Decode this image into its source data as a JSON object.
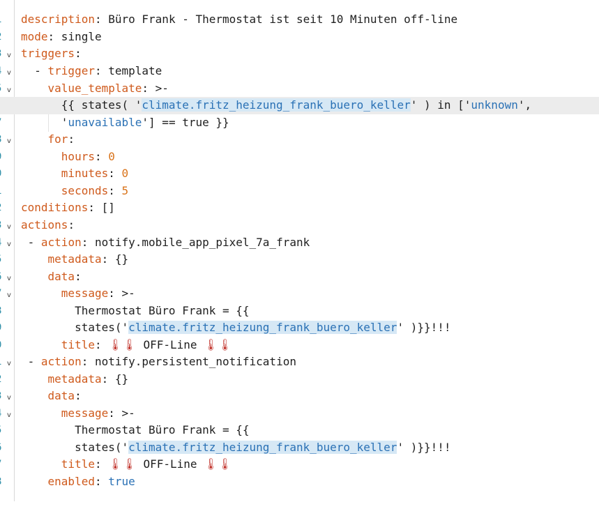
{
  "editor": {
    "active_line": 6,
    "lines": [
      {
        "n": "1",
        "fold": false
      },
      {
        "n": "2",
        "fold": false
      },
      {
        "n": "3",
        "fold": true
      },
      {
        "n": "4",
        "fold": true
      },
      {
        "n": "5",
        "fold": true
      },
      {
        "n": "6",
        "fold": false
      },
      {
        "n": "7",
        "fold": false
      },
      {
        "n": "8",
        "fold": true
      },
      {
        "n": "9",
        "fold": false
      },
      {
        "n": "0",
        "fold": false
      },
      {
        "n": "1",
        "fold": false
      },
      {
        "n": "2",
        "fold": false
      },
      {
        "n": "3",
        "fold": true
      },
      {
        "n": "4",
        "fold": true
      },
      {
        "n": "5",
        "fold": false
      },
      {
        "n": "6",
        "fold": true
      },
      {
        "n": "7",
        "fold": true
      },
      {
        "n": "8",
        "fold": false
      },
      {
        "n": "9",
        "fold": false
      },
      {
        "n": "0",
        "fold": false
      },
      {
        "n": "1",
        "fold": true
      },
      {
        "n": "2",
        "fold": false
      },
      {
        "n": "3",
        "fold": true
      },
      {
        "n": "4",
        "fold": true
      },
      {
        "n": "5",
        "fold": false
      },
      {
        "n": "6",
        "fold": false
      },
      {
        "n": "7",
        "fold": false
      },
      {
        "n": "8",
        "fold": false
      }
    ],
    "fold_glyph": "v",
    "tokens": {
      "l1_key": "description",
      "l1_val": " Büro Frank - Thermostat ist seit 10 Minuten off-line",
      "l2_key": "mode",
      "l2_val": " single",
      "l3_key": "triggers",
      "l4_dash": "  - ",
      "l4_key": "trigger",
      "l4_val": " template",
      "l5_key": "value_template",
      "l5_val": " >-",
      "l6_a": "{{ states( '",
      "l6_sel": "climate.fritz_heizung_frank_buero_keller",
      "l6_b": "' ) in ['",
      "l6_str1": "unknown",
      "l6_c": "',",
      "l7_a": "'",
      "l7_str": "unavailable",
      "l7_b": "'] == true }}",
      "l8_key": "for",
      "l9_key": "hours",
      "l9_val": "0",
      "l10_key": "minutes",
      "l10_val": "0",
      "l11_key": "seconds",
      "l11_val": "5",
      "l12_key": "conditions",
      "l12_val": " []",
      "l13_key": "actions",
      "l14_dash": " - ",
      "l14_key": "action",
      "l14_val": " notify.mobile_app_pixel_7a_frank",
      "l15_key": "metadata",
      "l15_val": " {}",
      "l16_key": "data",
      "l17_key": "message",
      "l17_val": " >-",
      "l18_val": "Thermostat Büro Frank = {{",
      "l19_a": "states('",
      "l19_str": "climate.fritz_heizung_frank_buero_keller",
      "l19_b": "' )}}!!!",
      "l20_key": "title",
      "l20_emoji1": "🌡🌡",
      "l20_val": " OFF-Line ",
      "l20_emoji2": "🌡🌡",
      "l21_dash": " - ",
      "l21_key": "action",
      "l21_val": " notify.persistent_notification",
      "l22_key": "metadata",
      "l22_val": " {}",
      "l23_key": "data",
      "l24_key": "message",
      "l24_val": " >-",
      "l25_val": "Thermostat Büro Frank = {{",
      "l26_a": "states('",
      "l26_str": "climate.fritz_heizung_frank_buero_keller",
      "l26_b": "' )}}!!!",
      "l27_key": "title",
      "l27_emoji1": "🌡🌡",
      "l27_val": " OFF-Line ",
      "l27_emoji2": "🌡🌡",
      "l28_key": "enabled",
      "l28_val": "true"
    }
  }
}
